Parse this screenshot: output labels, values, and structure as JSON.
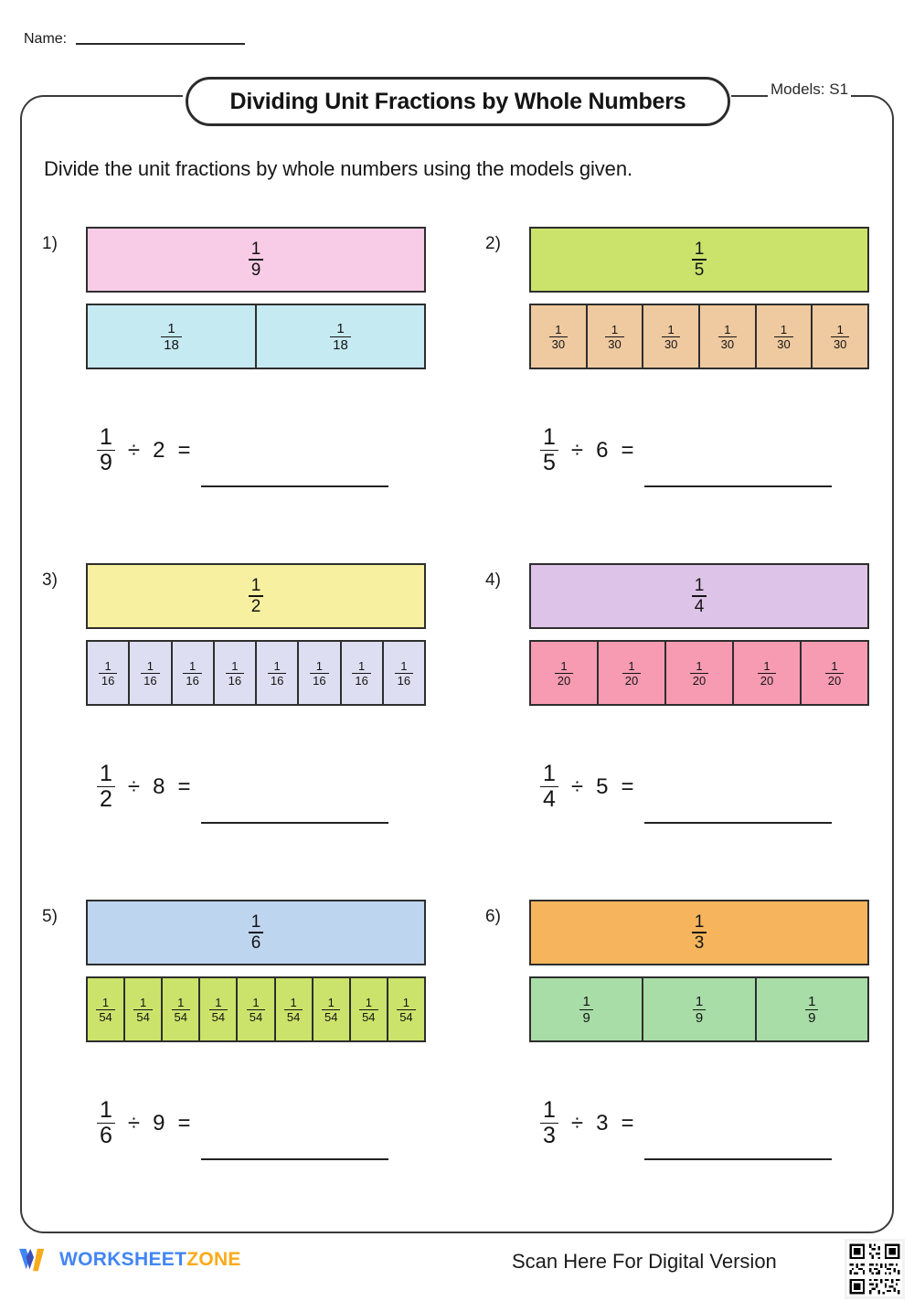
{
  "header": {
    "name_label": "Name:",
    "title": "Dividing Unit Fractions by Whole Numbers",
    "models_tag": "Models: S1"
  },
  "instruction": "Divide the unit fractions by whole numbers using the models given.",
  "colors": {
    "pink": "#F8CCE6",
    "cyan": "#C5EAF2",
    "lime": "#CBE36B",
    "tan": "#EFC9A0",
    "yellow": "#F6F0A0",
    "lavender": "#DEDEF2",
    "violet": "#DEC3E8",
    "rose": "#F79BB2",
    "blue": "#BED5EF",
    "orange": "#F6B55C",
    "green": "#A8DDA8",
    "border": "#2e2e2e",
    "logo_blue": "#4285f4",
    "logo_navy": "#3c4fb8",
    "logo_orange": "#fbaa19"
  },
  "problems": [
    {
      "index": "1)",
      "whole": {
        "num": "1",
        "den": "9",
        "color": "#F8CCE6"
      },
      "parts": {
        "count": 2,
        "num": "1",
        "den": "18",
        "color": "#C5EAF2",
        "size": "small"
      },
      "equation": {
        "num": "1",
        "den": "9",
        "operator": "÷",
        "divisor": "2",
        "equals": "=",
        "answer": ""
      }
    },
    {
      "index": "2)",
      "whole": {
        "num": "1",
        "den": "5",
        "color": "#CBE36B"
      },
      "parts": {
        "count": 6,
        "num": "1",
        "den": "30",
        "color": "#EFC9A0",
        "size": "tiny"
      },
      "equation": {
        "num": "1",
        "den": "5",
        "operator": "÷",
        "divisor": "6",
        "equals": "=",
        "answer": ""
      }
    },
    {
      "index": "3)",
      "whole": {
        "num": "1",
        "den": "2",
        "color": "#F6F0A0"
      },
      "parts": {
        "count": 8,
        "num": "1",
        "den": "16",
        "color": "#DEDEF2",
        "size": "tiny"
      },
      "equation": {
        "num": "1",
        "den": "2",
        "operator": "÷",
        "divisor": "8",
        "equals": "=",
        "answer": ""
      }
    },
    {
      "index": "4)",
      "whole": {
        "num": "1",
        "den": "4",
        "color": "#DEC3E8"
      },
      "parts": {
        "count": 5,
        "num": "1",
        "den": "20",
        "color": "#F79BB2",
        "size": "tiny"
      },
      "equation": {
        "num": "1",
        "den": "4",
        "operator": "÷",
        "divisor": "5",
        "equals": "=",
        "answer": ""
      }
    },
    {
      "index": "5)",
      "whole": {
        "num": "1",
        "den": "6",
        "color": "#BED5EF"
      },
      "parts": {
        "count": 9,
        "num": "1",
        "den": "54",
        "color": "#CBE36B",
        "size": "tiny"
      },
      "equation": {
        "num": "1",
        "den": "6",
        "operator": "÷",
        "divisor": "9",
        "equals": "=",
        "answer": ""
      }
    },
    {
      "index": "6)",
      "whole": {
        "num": "1",
        "den": "3",
        "color": "#F6B55C"
      },
      "parts": {
        "count": 3,
        "num": "1",
        "den": "9",
        "color": "#A8DDA8",
        "size": "small"
      },
      "equation": {
        "num": "1",
        "den": "3",
        "operator": "÷",
        "divisor": "3",
        "equals": "=",
        "answer": ""
      }
    }
  ],
  "footer": {
    "logo_part1": "WORKSHEET",
    "logo_part2": "ZONE",
    "scan_text": "Scan Here For Digital Version"
  }
}
